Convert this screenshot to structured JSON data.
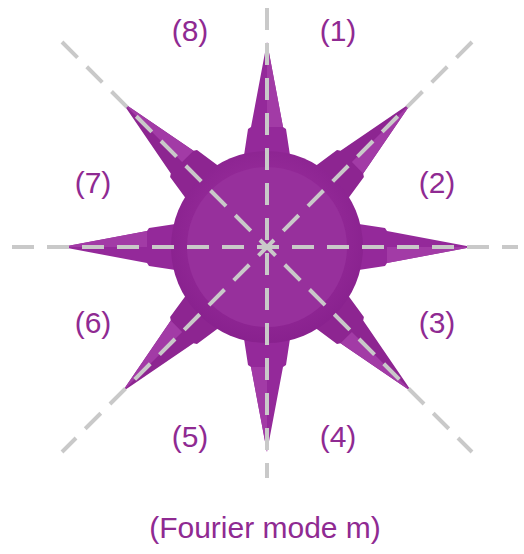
{
  "diagram": {
    "caption": "(Fourier mode m)",
    "labels": [
      "(1)",
      "(2)",
      "(3)",
      "(4)",
      "(5)",
      "(6)",
      "(7)",
      "(8)"
    ]
  }
}
